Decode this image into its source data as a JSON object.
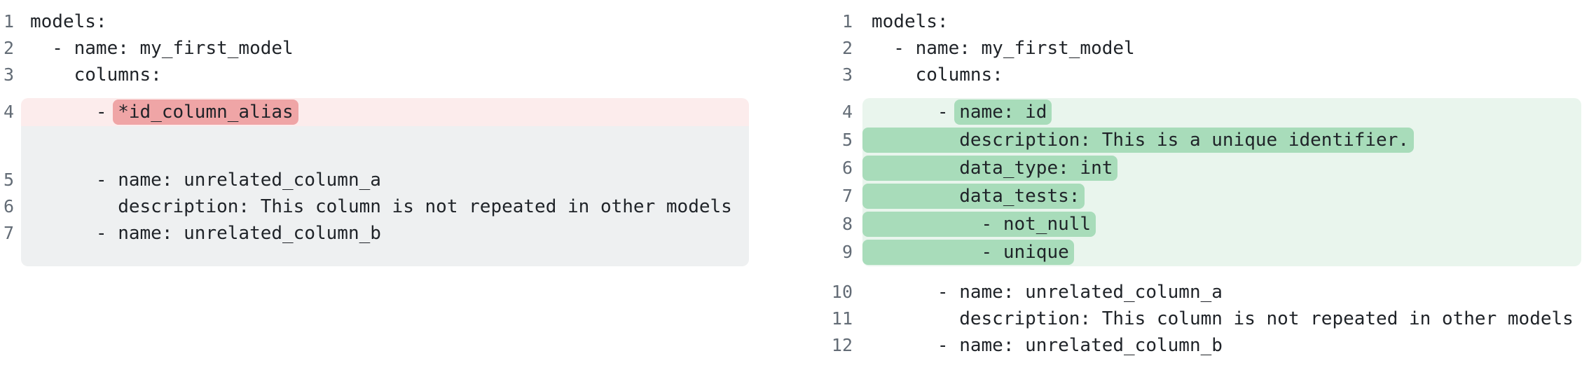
{
  "view": "side-by-side-yaml-diff",
  "colors": {
    "removed_line_bg": "#fcecec",
    "removed_token_bg": "#efa5a6",
    "collapsed_block_bg": "#eef0f1",
    "added_line_bg": "#e9f5ed",
    "added_token_bg": "#a8dcba",
    "line_number": "#636c76",
    "code_text": "#1f2328"
  },
  "left": {
    "lines": {
      "l1": {
        "num": "1",
        "text": "models:"
      },
      "l2": {
        "num": "2",
        "text": "  - name: my_first_model"
      },
      "l3": {
        "num": "3",
        "text": "    columns:"
      },
      "l4": {
        "num": "4",
        "prefix": "      - ",
        "removed": "*id_column_alias"
      },
      "l5": {
        "num": "5",
        "text": "      - name: unrelated_column_a"
      },
      "l6": {
        "num": "6",
        "text": "        description: This column is not repeated in other models"
      },
      "l7": {
        "num": "7",
        "text": "      - name: unrelated_column_b"
      }
    }
  },
  "right": {
    "lines": {
      "l1": {
        "num": "1",
        "text": "models:"
      },
      "l2": {
        "num": "2",
        "text": "  - name: my_first_model"
      },
      "l3": {
        "num": "3",
        "text": "    columns:"
      },
      "l4": {
        "num": "4",
        "prefix": "      - ",
        "added": "name: id"
      },
      "l5": {
        "num": "5",
        "added": "        description: This is a unique identifier."
      },
      "l6": {
        "num": "6",
        "added": "        data_type: int"
      },
      "l7": {
        "num": "7",
        "added": "        data_tests:"
      },
      "l8": {
        "num": "8",
        "added": "          - not_null"
      },
      "l9": {
        "num": "9",
        "added": "          - unique"
      },
      "l10": {
        "num": "10",
        "text": "      - name: unrelated_column_a"
      },
      "l11": {
        "num": "11",
        "text": "        description: This column is not repeated in other models"
      },
      "l12": {
        "num": "12",
        "text": "      - name: unrelated_column_b"
      }
    }
  }
}
